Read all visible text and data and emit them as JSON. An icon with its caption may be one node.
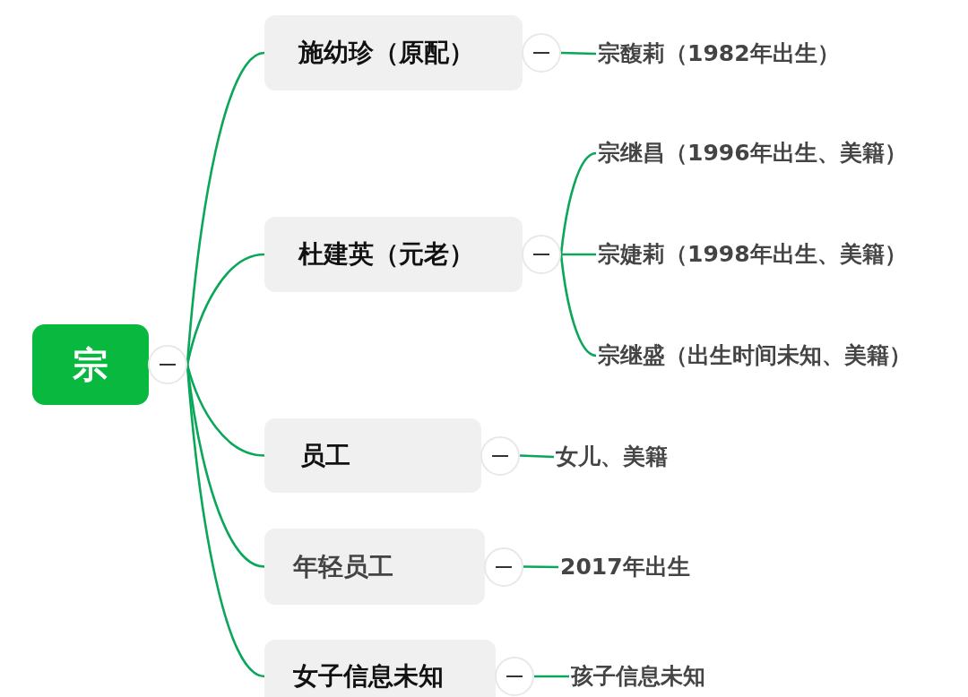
{
  "diagram": {
    "nodes": [
      {
        "text": [
          "宗"
        ]
      },
      {
        "text": [
          "施幼珍（原配）"
        ]
      },
      {
        "text": [
          "宗馥莉（1982年出生）"
        ]
      },
      {
        "text": [
          "杜建英（元老）"
        ]
      },
      {
        "text": [
          "宗继昌（1996年出生、美籍）"
        ]
      },
      {
        "text": [
          "宗婕莉（1998年出生、美籍）"
        ]
      },
      {
        "text": [
          "宗继盛（出生时间未知、美籍）"
        ]
      },
      {
        "text": [
          "员工"
        ]
      },
      {
        "text": [
          "女儿、美籍"
        ]
      },
      {
        "text": [
          "年轻员工"
        ]
      },
      {
        "text": [
          "2017年出生"
        ]
      },
      {
        "text": [
          "女子信息未知"
        ]
      },
      {
        "text": [
          "孩子信息未知"
        ]
      }
    ],
    "edges": [
      {
        "from": 0,
        "to": 1,
        "arrow": "none"
      },
      {
        "from": 1,
        "to": 2,
        "arrow": "none"
      },
      {
        "from": 0,
        "to": 3,
        "arrow": "none"
      },
      {
        "from": 3,
        "to": 4,
        "arrow": "none"
      },
      {
        "from": 3,
        "to": 5,
        "arrow": "none"
      },
      {
        "from": 3,
        "to": 6,
        "arrow": "none"
      },
      {
        "from": 0,
        "to": 7,
        "arrow": "none"
      },
      {
        "from": 7,
        "to": 8,
        "arrow": "none"
      },
      {
        "from": 0,
        "to": 9,
        "arrow": "none"
      },
      {
        "from": 9,
        "to": 10,
        "arrow": "none"
      },
      {
        "from": 0,
        "to": 11,
        "arrow": "none"
      },
      {
        "from": 11,
        "to": 12,
        "arrow": "none"
      }
    ]
  }
}
